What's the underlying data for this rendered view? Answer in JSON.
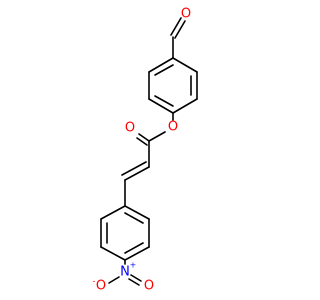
{
  "molecule": {
    "atoms": {
      "aldehyde_o": "O",
      "ester_carbonyl_o": "O",
      "ester_bridge_o": "O",
      "nitro_n": "N",
      "nitro_n_charge": "+",
      "nitro_o_right": "O",
      "nitro_o_left": "O",
      "nitro_o_left_charge": "-"
    },
    "colors": {
      "bond": "#000000",
      "oxygen": "#ff0000",
      "nitrogen": "#0000ff"
    }
  }
}
